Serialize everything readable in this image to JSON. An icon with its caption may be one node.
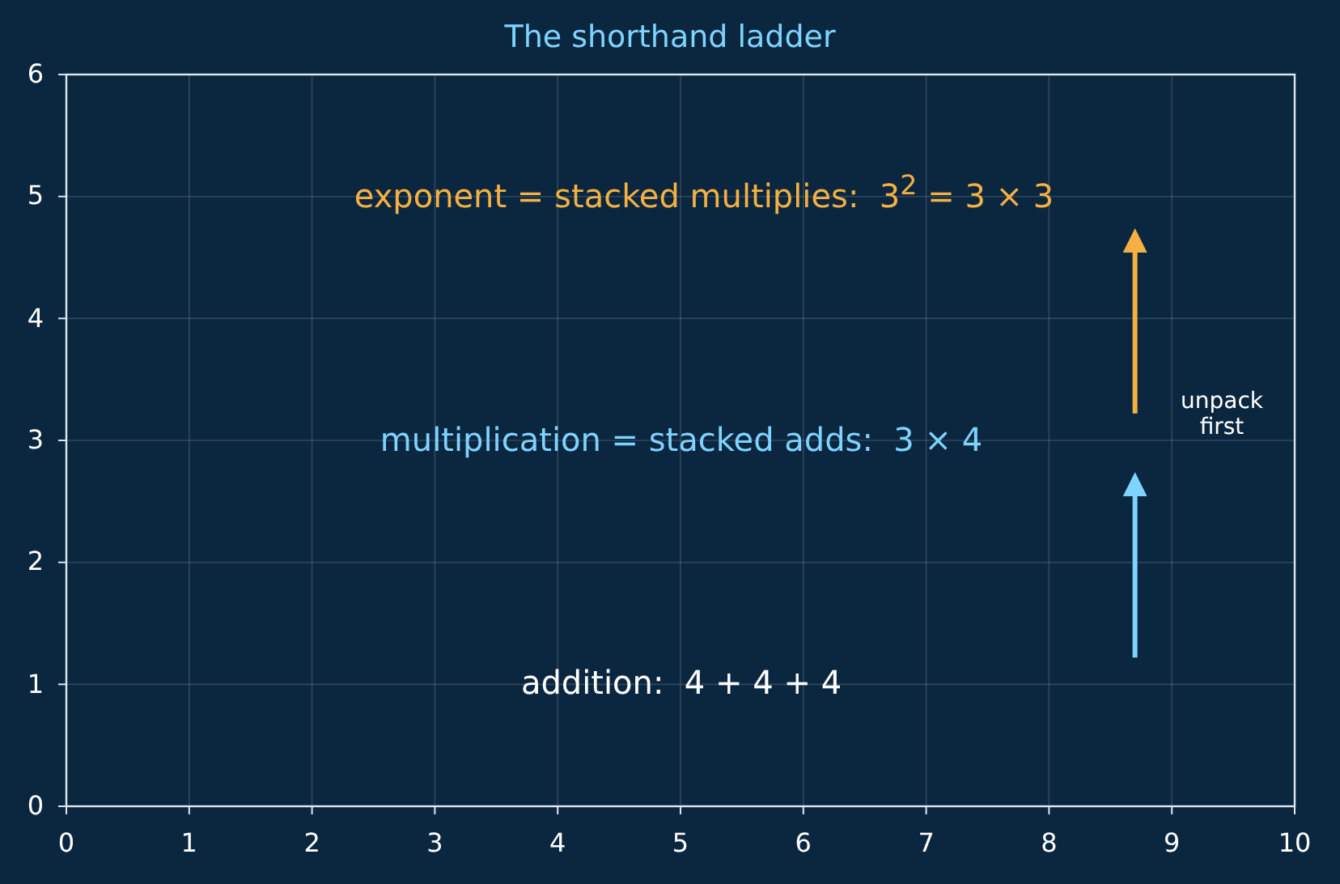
{
  "diagram": {
    "title": "The shorthand ladder",
    "labels": [
      "exponent = stacked multiplies:  3$^{2}$ = 3 × 3",
      "multiplication = stacked adds:  3 × 4",
      "unpack first",
      "addition:  4 + 4 + 4",
      "6",
      "5",
      "4",
      "3",
      "2",
      "1",
      "0",
      "0",
      "1",
      "2",
      "3",
      "4",
      "5",
      "6",
      "7",
      "8",
      "9",
      "10"
    ]
  }
}
